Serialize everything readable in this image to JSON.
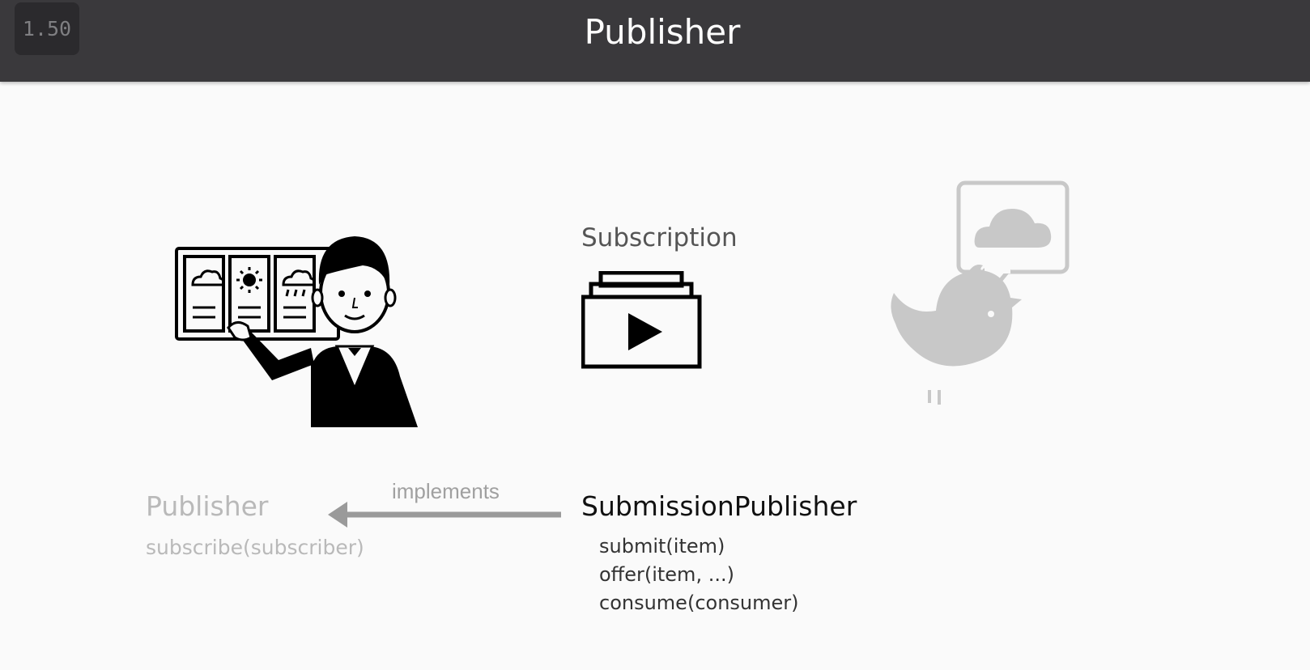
{
  "header": {
    "zoom": "1.50",
    "title": "Publisher"
  },
  "diagram": {
    "subscription_label": "Subscription",
    "publisher_interface": {
      "name": "Publisher",
      "method": "subscribe(subscriber)"
    },
    "relation_label": "implements",
    "submission_publisher": {
      "name": "SubmissionPublisher",
      "methods": [
        "submit(item)",
        "offer(item, ...)",
        "consume(consumer)"
      ]
    }
  },
  "icons": {
    "presenter": "weather-presenter-icon",
    "subscription": "video-stack-icon",
    "bird": "bird-with-cloud-speech-icon"
  },
  "colors": {
    "header_bg": "#3a393c",
    "page_bg": "#fafafa",
    "faded": "#b9b9b9",
    "arrow": "#9a9a9a"
  }
}
